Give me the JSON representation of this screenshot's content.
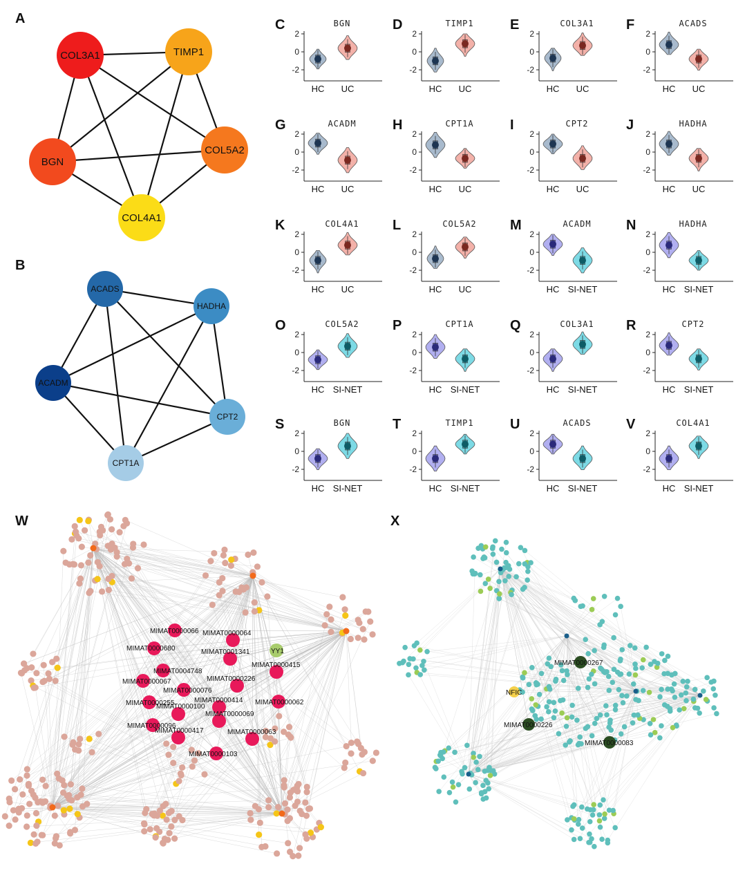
{
  "panels": {
    "A": "A",
    "B": "B",
    "W": "W",
    "X": "X"
  },
  "networkA": {
    "nodes": [
      {
        "id": "COL3A1",
        "label": "COL3A1",
        "color": "#ee1c1c"
      },
      {
        "id": "TIMP1",
        "label": "TIMP1",
        "color": "#f7a41a"
      },
      {
        "id": "BGN",
        "label": "BGN",
        "color": "#f24a1e"
      },
      {
        "id": "COL5A2",
        "label": "COL5A2",
        "color": "#f5781e"
      },
      {
        "id": "COL4A1",
        "label": "COL4A1",
        "color": "#fbdc17"
      }
    ],
    "edges": [
      [
        "COL3A1",
        "TIMP1"
      ],
      [
        "COL3A1",
        "BGN"
      ],
      [
        "COL3A1",
        "COL5A2"
      ],
      [
        "COL3A1",
        "COL4A1"
      ],
      [
        "TIMP1",
        "BGN"
      ],
      [
        "TIMP1",
        "COL5A2"
      ],
      [
        "TIMP1",
        "COL4A1"
      ],
      [
        "BGN",
        "COL5A2"
      ],
      [
        "BGN",
        "COL4A1"
      ],
      [
        "COL5A2",
        "COL4A1"
      ]
    ]
  },
  "networkB": {
    "nodes": [
      {
        "id": "ACADS",
        "label": "ACADS",
        "color": "#2468a8"
      },
      {
        "id": "HADHA",
        "label": "HADHA",
        "color": "#3c8cc4"
      },
      {
        "id": "ACADM",
        "label": "ACADM",
        "color": "#0b3f8a"
      },
      {
        "id": "CPT2",
        "label": "CPT2",
        "color": "#6aaed8"
      },
      {
        "id": "CPT1A",
        "label": "CPT1A",
        "color": "#a5cce6"
      }
    ],
    "edges": [
      [
        "ACADS",
        "HADHA"
      ],
      [
        "ACADS",
        "ACADM"
      ],
      [
        "ACADS",
        "CPT2"
      ],
      [
        "ACADS",
        "CPT1A"
      ],
      [
        "HADHA",
        "ACADM"
      ],
      [
        "HADHA",
        "CPT2"
      ],
      [
        "HADHA",
        "CPT1A"
      ],
      [
        "ACADM",
        "CPT2"
      ],
      [
        "ACADM",
        "CPT1A"
      ],
      [
        "CPT1A",
        "CPT2"
      ]
    ]
  },
  "violins": [
    {
      "letter": "C",
      "gene": "BGN",
      "groups": [
        "HC",
        "UC"
      ],
      "medians": [
        -0.8,
        0.4
      ],
      "theme": "uc"
    },
    {
      "letter": "D",
      "gene": "TIMP1",
      "groups": [
        "HC",
        "UC"
      ],
      "medians": [
        -1.0,
        0.9
      ],
      "theme": "uc"
    },
    {
      "letter": "E",
      "gene": "COL3A1",
      "groups": [
        "HC",
        "UC"
      ],
      "medians": [
        -0.7,
        0.7
      ],
      "theme": "uc"
    },
    {
      "letter": "F",
      "gene": "ACADS",
      "groups": [
        "HC",
        "UC"
      ],
      "medians": [
        0.8,
        -0.8
      ],
      "theme": "uc"
    },
    {
      "letter": "G",
      "gene": "ACADM",
      "groups": [
        "HC",
        "UC"
      ],
      "medians": [
        1.0,
        -0.9
      ],
      "theme": "uc"
    },
    {
      "letter": "H",
      "gene": "CPT1A",
      "groups": [
        "HC",
        "UC"
      ],
      "medians": [
        0.8,
        -0.7
      ],
      "theme": "uc"
    },
    {
      "letter": "I",
      "gene": "CPT2",
      "groups": [
        "HC",
        "UC"
      ],
      "medians": [
        0.9,
        -0.7
      ],
      "theme": "uc"
    },
    {
      "letter": "J",
      "gene": "HADHA",
      "groups": [
        "HC",
        "UC"
      ],
      "medians": [
        0.9,
        -0.7
      ],
      "theme": "uc"
    },
    {
      "letter": "K",
      "gene": "COL4A1",
      "groups": [
        "HC",
        "UC"
      ],
      "medians": [
        -0.9,
        0.8
      ],
      "theme": "uc"
    },
    {
      "letter": "L",
      "gene": "COL5A2",
      "groups": [
        "HC",
        "UC"
      ],
      "medians": [
        -0.7,
        0.6
      ],
      "theme": "uc"
    },
    {
      "letter": "M",
      "gene": "ACADM",
      "groups": [
        "HC",
        "SI-NET"
      ],
      "medians": [
        0.9,
        -0.9
      ],
      "theme": "net"
    },
    {
      "letter": "N",
      "gene": "HADHA",
      "groups": [
        "HC",
        "SI-NET"
      ],
      "medians": [
        0.8,
        -0.9
      ],
      "theme": "net"
    },
    {
      "letter": "O",
      "gene": "COL5A2",
      "groups": [
        "HC",
        "SI-NET"
      ],
      "medians": [
        -0.8,
        0.7
      ],
      "theme": "net"
    },
    {
      "letter": "P",
      "gene": "CPT1A",
      "groups": [
        "HC",
        "SI-NET"
      ],
      "medians": [
        0.6,
        -0.7
      ],
      "theme": "net"
    },
    {
      "letter": "Q",
      "gene": "COL3A1",
      "groups": [
        "HC",
        "SI-NET"
      ],
      "medians": [
        -0.7,
        0.9
      ],
      "theme": "net"
    },
    {
      "letter": "R",
      "gene": "CPT2",
      "groups": [
        "HC",
        "SI-NET"
      ],
      "medians": [
        0.8,
        -0.7
      ],
      "theme": "net"
    },
    {
      "letter": "S",
      "gene": "BGN",
      "groups": [
        "HC",
        "SI-NET"
      ],
      "medians": [
        -0.8,
        0.6
      ],
      "theme": "net"
    },
    {
      "letter": "T",
      "gene": "TIMP1",
      "groups": [
        "HC",
        "SI-NET"
      ],
      "medians": [
        -0.8,
        0.8
      ],
      "theme": "net"
    },
    {
      "letter": "U",
      "gene": "ACADS",
      "groups": [
        "HC",
        "SI-NET"
      ],
      "medians": [
        0.8,
        -0.8
      ],
      "theme": "net"
    },
    {
      "letter": "V",
      "gene": "COL4A1",
      "groups": [
        "HC",
        "SI-NET"
      ],
      "medians": [
        -0.8,
        0.6
      ],
      "theme": "net"
    }
  ],
  "yticks": [
    "2",
    "0",
    "-2"
  ],
  "themes": {
    "uc": {
      "left": "#9fb3c8",
      "leftDark": "#1d3552",
      "right": "#f2a8a0",
      "rightDark": "#7a2820"
    },
    "net": {
      "left": "#a9a6ee",
      "leftDark": "#2a2a7a",
      "right": "#6fd6e2",
      "rightDark": "#0e5c66"
    }
  },
  "networkW": {
    "mirnas": [
      "MIMAT0000066",
      "MIMAT0000064",
      "MIMAT0000680",
      "MIMAT0001341",
      "MIMAT0004748",
      "MIMAT0000415",
      "MIMAT0000067",
      "MIMAT0000226",
      "MIMAT0000076",
      "MIMAT0000255",
      "MIMAT0000414",
      "MIMAT0000062",
      "MIMAT0000100",
      "MIMAT0000069",
      "MIMAT0000096",
      "MIMAT0000417",
      "MIMAT0000063",
      "MIMAT0000103"
    ],
    "tf": "YY1",
    "colors": {
      "hub": "#f26a1b",
      "leaf": "#dba69a",
      "accent": "#f5c518",
      "mirna": "#e8195a",
      "tf": "#a8cc6c",
      "edge": "#bdbdbd"
    }
  },
  "networkX": {
    "mirnas": [
      "MIMAT0000267",
      "MIMAT0000226",
      "MIMAT0000083"
    ],
    "tf": "NFIC",
    "colors": {
      "hub": "#1a5f8a",
      "leaf": "#5fbfbb",
      "accent": "#9ccc55",
      "mirna": "#2b4d22",
      "tf": "#f5d04a",
      "edge": "#c8c8c8"
    }
  }
}
